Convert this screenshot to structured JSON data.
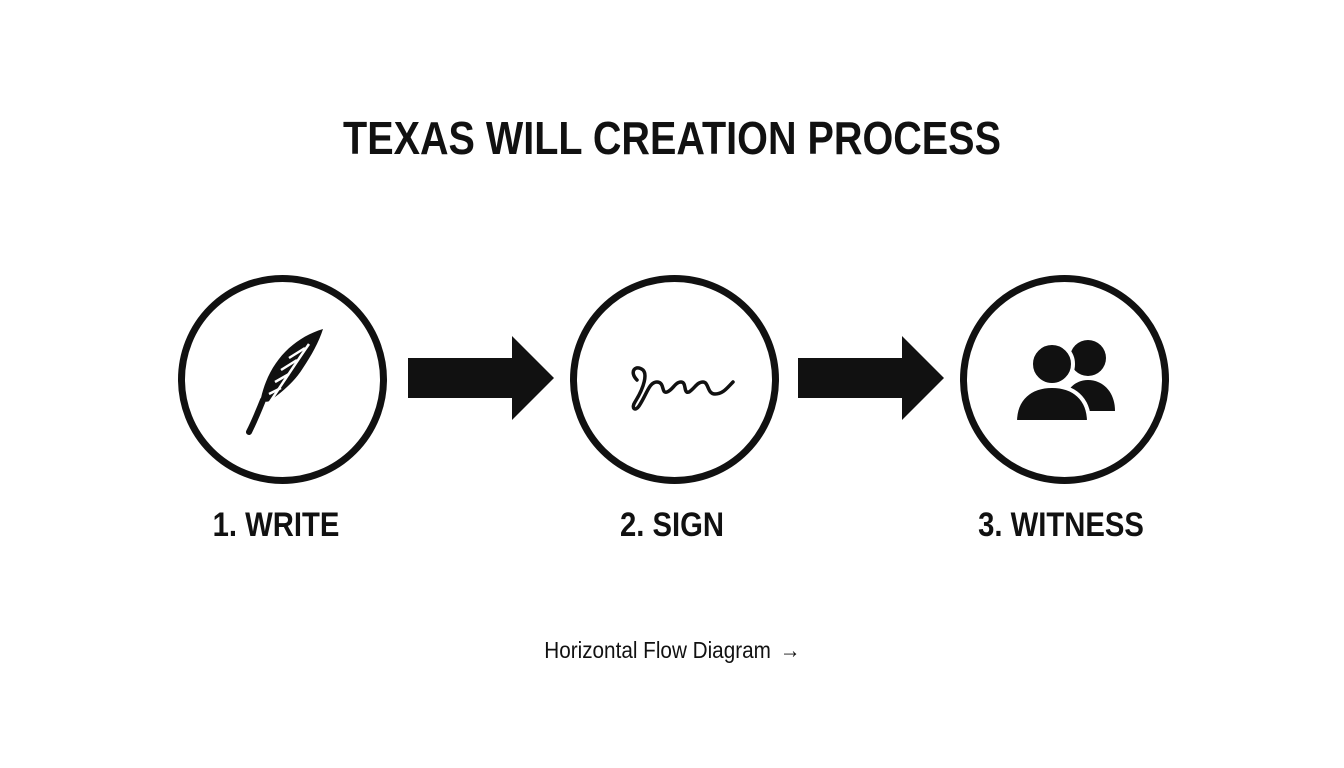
{
  "title": "TEXAS WILL CREATION PROCESS",
  "steps": [
    {
      "label": "1. WRITE",
      "icon": "quill-feather-icon"
    },
    {
      "label": "2. SIGN",
      "icon": "signature-icon"
    },
    {
      "label": "3. WITNESS",
      "icon": "people-icon"
    }
  ],
  "footer": {
    "text": "Horizontal Flow Diagram",
    "arrow": "→"
  },
  "colors": {
    "ink": "#111111",
    "background": "#ffffff"
  }
}
